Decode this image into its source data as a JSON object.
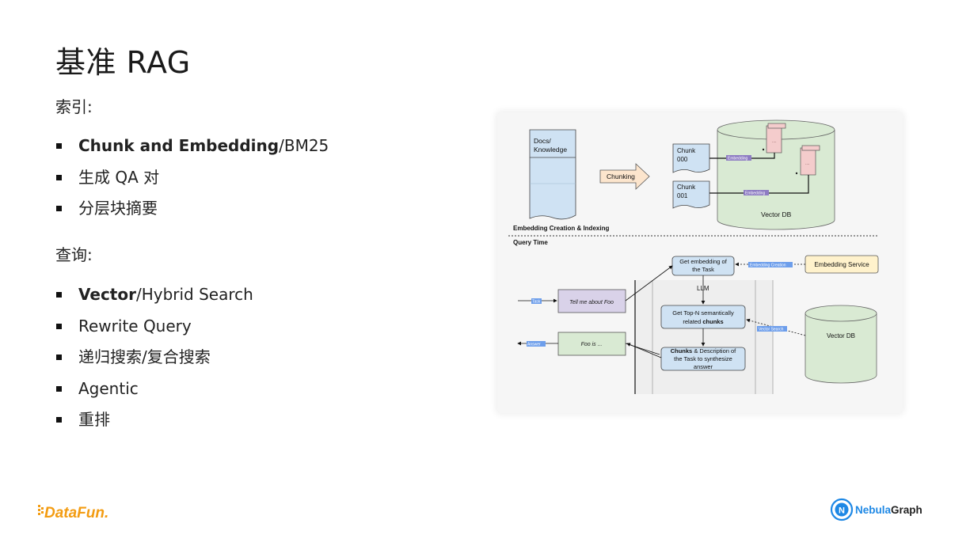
{
  "slide": {
    "title": "基准 RAG",
    "indexing": {
      "label": "索引:",
      "items": [
        {
          "bold": "Chunk and Embedding",
          "rest": "/BM25"
        },
        {
          "bold": "",
          "rest": "生成 QA 对"
        },
        {
          "bold": "",
          "rest": "分层块摘要"
        }
      ]
    },
    "query": {
      "label": "查询:",
      "items": [
        {
          "bold": "Vector",
          "rest": "/Hybrid Search"
        },
        {
          "bold": "",
          "rest": "Rewrite Query"
        },
        {
          "bold": "",
          "rest": "递归搜索/复合搜索"
        },
        {
          "bold": "",
          "rest": "Agentic"
        },
        {
          "bold": "",
          "rest": "重排"
        }
      ]
    }
  },
  "diagram": {
    "docs_line1": "Docs/",
    "docs_line2": "Knowledge",
    "chunking": "Chunking",
    "chunk000_line1": "Chunk",
    "chunk000_line2": "000",
    "chunk001_line1": "Chunk",
    "chunk001_line2": "001",
    "embedding_tag": "Embedding",
    "vector_db_top": "Vector DB",
    "section_indexing": "Embedding Creation & Indexing",
    "section_query": "Query Time",
    "get_embedding_line1": "Get embedding of",
    "get_embedding_line2": "the Task",
    "embedding_creation_tag": "Embedding Creation",
    "embedding_service": "Embedding Service",
    "llm": "LLM",
    "task_tag": "Task",
    "task_text": "Tell me about Foo",
    "answer_tag": "Answer",
    "answer_text": "Foo is ...",
    "topn_line1": "Get Top-N semantically",
    "topn_line2_pre": "related ",
    "topn_line2_bold": "chunks",
    "vector_search_tag": "Vector Search",
    "vector_db_bottom": "Vector DB",
    "synth_line1_bold": "Chunks",
    "synth_line1_rest": " & Description of",
    "synth_line2": "the Task to synthesize",
    "synth_line3": "answer",
    "ellipsis": "....",
    "colors": {
      "docs_fill": "#cfe2f3",
      "chunking_fill": "#fce5cd",
      "db_fill": "#d9ead3",
      "record_fill": "#f4cccc",
      "task_fill": "#d9d2e9",
      "service_fill": "#fff2cc",
      "tag_fill": "#8e7cc3",
      "tag_blue": "#6d9eeb"
    }
  },
  "logos": {
    "datafun": "DataFun.",
    "nebula_prefix": "Nebula",
    "nebula_suffix": "Graph",
    "nebula_icon_letter": "N"
  }
}
